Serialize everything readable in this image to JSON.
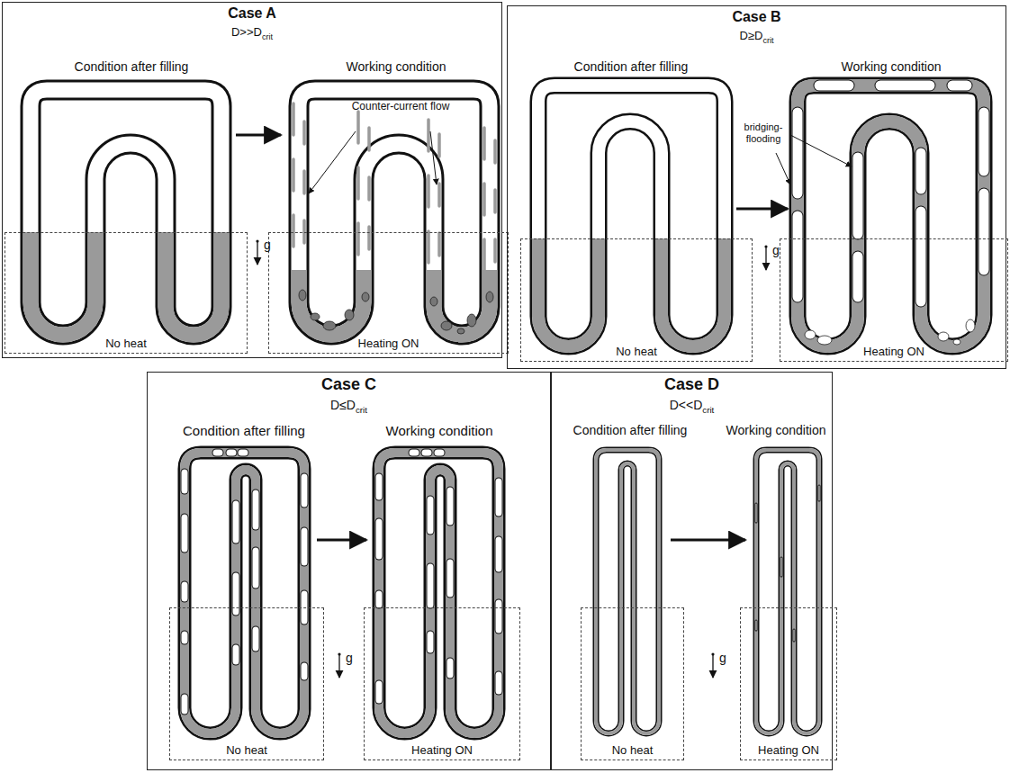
{
  "diagram": {
    "nodes": [
      {
        "text": [
          "Case A",
          "D>>D",
          "crit"
        ]
      },
      {
        "text": [
          "No heat"
        ],
        "in": 0
      },
      {
        "text": [
          "Heating ON"
        ],
        "in": 0
      },
      {
        "text": [
          "Case B",
          "D≥D",
          "crit"
        ]
      },
      {
        "text": [
          "No heat"
        ],
        "in": 3
      },
      {
        "text": [
          "Heating ON"
        ],
        "in": 3
      },
      {
        "text": [
          "Case C",
          "D≤D",
          "crit"
        ]
      },
      {
        "text": [
          "No heat"
        ],
        "in": 6
      },
      {
        "text": [
          "Heating ON"
        ],
        "in": 6
      },
      {
        "text": [
          "Case D",
          "D<<D",
          "crit"
        ]
      },
      {
        "text": [
          "No heat"
        ],
        "in": 9
      },
      {
        "text": [
          "Heating ON"
        ],
        "in": 9
      }
    ],
    "labels": [
      "Condition after filling",
      "Working condition",
      "Counter-current flow",
      "g",
      "Condition after filling",
      "Working condition",
      "bridging-flooding",
      "g",
      "Condition after filling",
      "Working condition",
      "g",
      "Condition after filling",
      "Working condition",
      "g"
    ]
  }
}
